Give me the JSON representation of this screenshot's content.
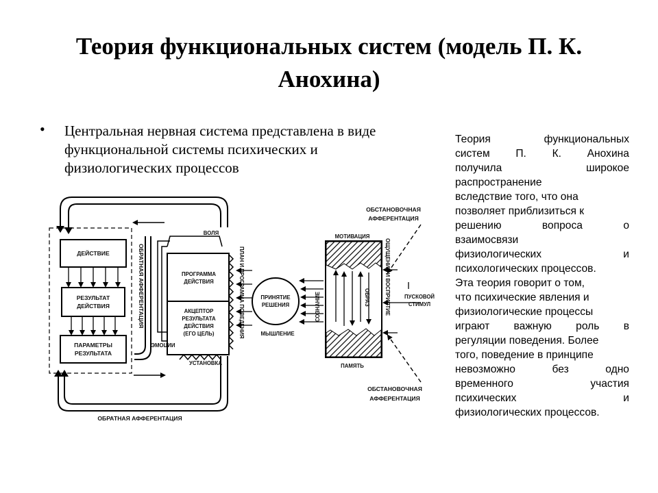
{
  "slide": {
    "title_line1": "Теория функциональных систем (модель П. К.",
    "title_line2": "Анохина)",
    "bullet_symbol": "•",
    "bullet_line1": "Центральная нервная система представлена в виде",
    "bullet_line2": "функциональной системы психических и",
    "bullet_line3": "физиологических процессов"
  },
  "side_text_lines": [
    [
      "Теория",
      "функциональных"
    ],
    [
      "систем",
      "П.",
      "К.",
      "Анохина"
    ],
    [
      "получила",
      "широкое"
    ],
    [
      "распространение"
    ],
    [
      "вследствие того, что она"
    ],
    [
      "позволяет приблизиться к"
    ],
    [
      "решению",
      "вопроса",
      "о"
    ],
    [
      "взаимосвязи"
    ],
    [
      "физиологических",
      "и"
    ],
    [
      "психологических процессов."
    ],
    [
      "Эта теория говорит о том,"
    ],
    [
      "что психические явления и"
    ],
    [
      "физиологические процессы"
    ],
    [
      "играют",
      "важную",
      "роль",
      "в"
    ],
    [
      "регуляции поведения. Более"
    ],
    [
      "того, поведение в принципе"
    ],
    [
      "невозможно",
      "без",
      "одно"
    ],
    [
      "временного",
      "участия"
    ],
    [
      "психических",
      "и"
    ],
    [
      "физиологических процессов."
    ]
  ],
  "diagram": {
    "action": "ДЕЙСТВИЕ",
    "result_line1": "РЕЗУЛЬТАТ",
    "result_line2": "ДЕЙСТВИЯ",
    "params_line1": "ПАРАМЕТРЫ",
    "params_line2": "РЕЗУЛЬТАТА",
    "feedback_vertical": "ОБРАТНАЯ АФФЕРЕНТАЦИЯ",
    "feedback_bottom": "ОБРАТНАЯ АФФЕРЕНТАЦИЯ",
    "will": "ВОЛЯ",
    "program_line1": "ПРОГРАММА",
    "program_line2": "ДЕЙСТВИЯ",
    "acceptor_line1": "АКЦЕПТОР",
    "acceptor_line2": "РЕЗУЛЬТАТА",
    "acceptor_line3": "ДЕЙСТВИЯ",
    "acceptor_line4": "(ЕГО ЦЕЛЬ)",
    "emotions": "ЭМОЦИИ",
    "setting": "УСТАНОВКА",
    "plan": "ПЛАН И ПРОГРАММА ПОВЕДЕНИЯ",
    "decision_line1": "ПРИНЯТИЕ",
    "decision_line2": "РЕШЕНИЯ",
    "thinking": "МЫШЛЕНИЕ",
    "consciousness": "СОЗНАНИЕ",
    "motivation": "МОТИВАЦИЯ",
    "memory": "ПАМЯТЬ",
    "image": "ОБРАЗ",
    "perception": "ОЩУЩЕНИЕ И ВОСПРИЯТИЕ",
    "trigger_line1": "ПУСКОВОЙ",
    "trigger_line2": "СТИМУЛ",
    "situational_top_line1": "ОБСТАНОВОЧНАЯ",
    "situational_top_line2": "АФФЕРЕНТАЦИЯ",
    "situational_bottom_line1": "ОБСТАНОВОЧНАЯ",
    "situational_bottom_line2": "АФФЕРЕНТАЦИЯ"
  }
}
